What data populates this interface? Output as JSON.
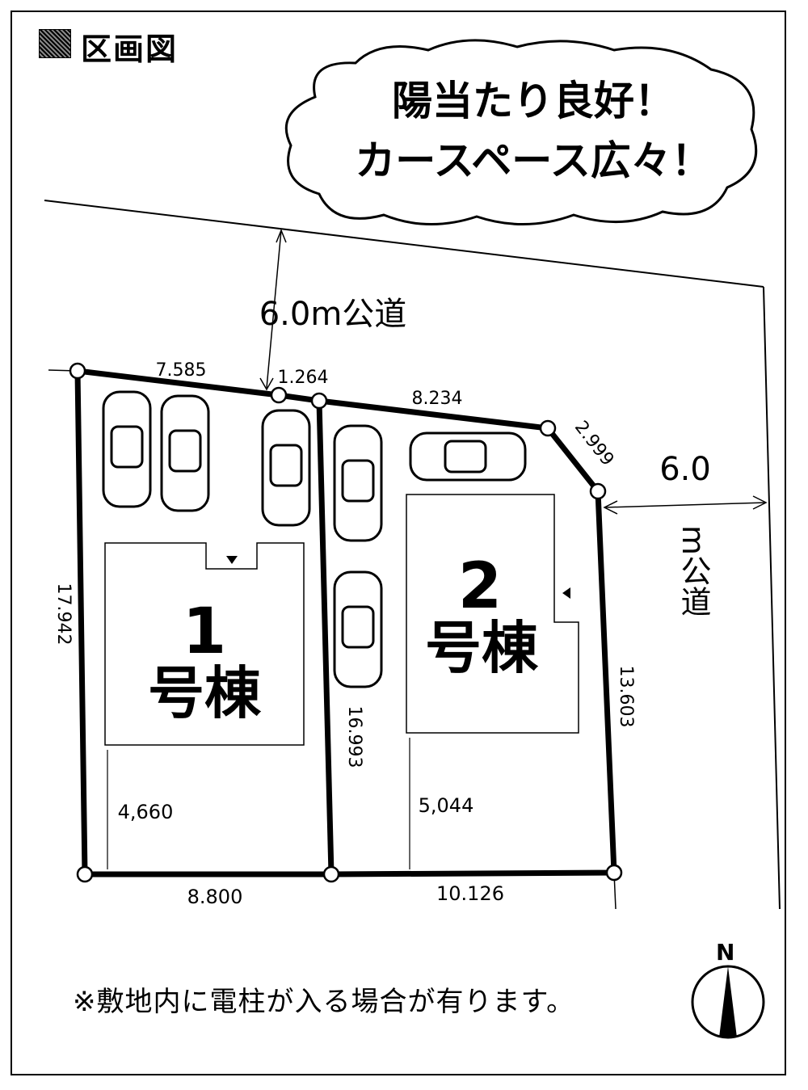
{
  "header": {
    "icon": "hatched-square-icon",
    "title": "区画図"
  },
  "callout": {
    "line1": "陽当たり良好！",
    "line2": "カースペース広々！"
  },
  "roads": {
    "north_road": "6.0m公道",
    "east_road_top": "6.0",
    "east_road_bottom": "m公道"
  },
  "dimensions": {
    "d1": "7.585",
    "d2": "1.264",
    "d3": "8.234",
    "d4": "2.999",
    "d5": "17.942",
    "d6": "16.993",
    "d7": "13.603",
    "d8": "8.800",
    "d9": "10.126",
    "d10": "4,660",
    "d11": "5,044"
  },
  "buildings": {
    "b1": {
      "num": "1",
      "label": "号棟"
    },
    "b2": {
      "num": "2",
      "label": "号棟"
    }
  },
  "note": "※敷地内に電柱が入る場合が有ります。",
  "compass": {
    "label": "N",
    "icon": "north-arrow-icon"
  }
}
